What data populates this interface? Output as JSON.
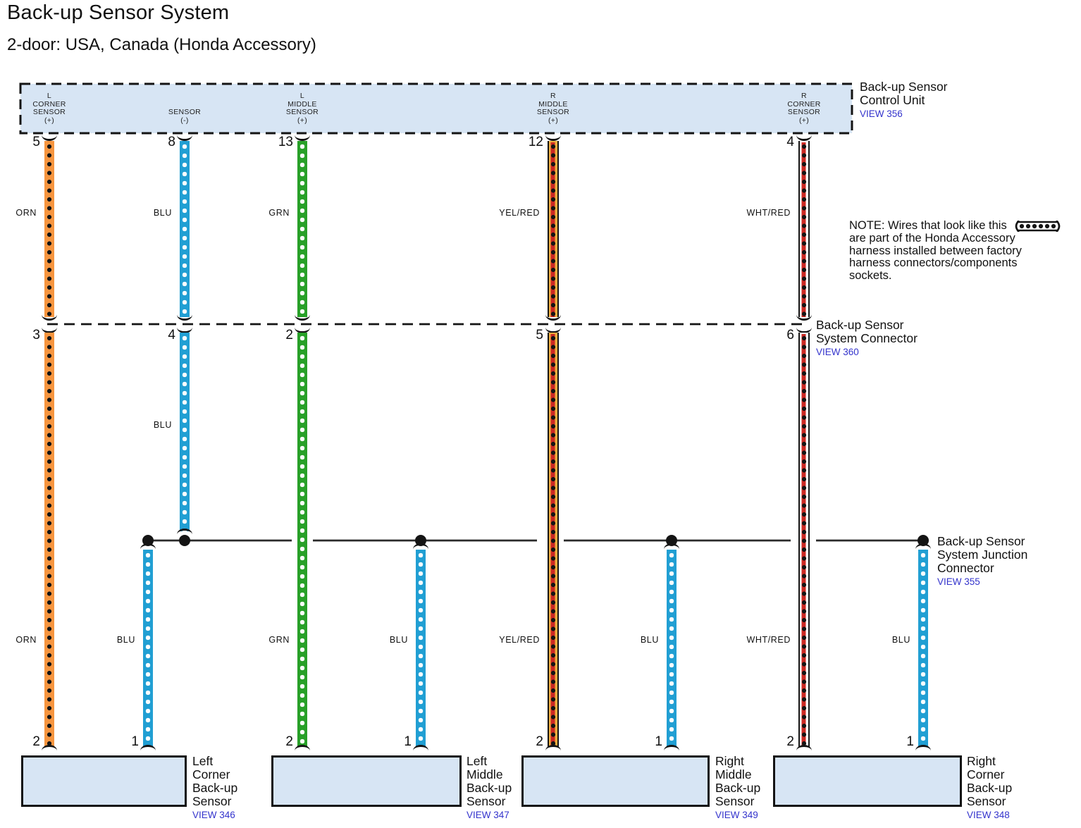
{
  "title": "Back-up Sensor System",
  "subtitle": "2-door: USA, Canada (Honda Accessory)",
  "colors": {
    "orange_wire": "#F6953F",
    "blue_wire": "#219FD3",
    "green_wire": "#28A028",
    "red_stripe": "#CC2823",
    "yellow_wire": "#F0AE3E",
    "white_wire": "#FFFFFF",
    "component_fill": "#D7E5F4",
    "line_black": "#141414",
    "view_link": "#3333CC"
  },
  "control_unit": {
    "name": "Back-up Sensor\nControl Unit",
    "view": "VIEW 356",
    "terminals": [
      {
        "pin": "5",
        "label": "L\nCORNER\nSENSOR\n(+)",
        "wire": "ORN"
      },
      {
        "pin": "8",
        "label": "SENSOR\n(-)",
        "wire": "BLU"
      },
      {
        "pin": "13",
        "label": "L\nMIDDLE\nSENSOR\n(+)",
        "wire": "GRN"
      },
      {
        "pin": "12",
        "label": "R\nMIDDLE\nSENSOR\n(+)",
        "wire": "YEL/RED"
      },
      {
        "pin": "4",
        "label": "R\nCORNER\nSENSOR\n(+)",
        "wire": "WHT/RED"
      }
    ]
  },
  "system_connector": {
    "name": "Back-up Sensor\nSystem Connector",
    "view": "VIEW 360",
    "pins": [
      "3",
      "4",
      "2",
      "5",
      "6"
    ],
    "mid_wire_label": "BLU"
  },
  "junction_connector": {
    "name": "Back-up Sensor\nSystem Junction\nConnector",
    "view": "VIEW 355"
  },
  "lower_wire_labels": [
    "ORN",
    "BLU",
    "GRN",
    "BLU",
    "YEL/RED",
    "BLU",
    "WHT/RED",
    "BLU"
  ],
  "lower_pins": [
    "2",
    "1",
    "2",
    "1",
    "2",
    "1",
    "2",
    "1"
  ],
  "sensors": [
    {
      "name": "Left\nCorner\nBack-up\nSensor",
      "view": "VIEW 346"
    },
    {
      "name": "Left\nMiddle\nBack-up\nSensor",
      "view": "VIEW 347"
    },
    {
      "name": "Right\nMiddle\nBack-up\nSensor",
      "view": "VIEW 349"
    },
    {
      "name": "Right\nCorner\nBack-up\nSensor",
      "view": "VIEW 348"
    }
  ],
  "note": {
    "intro": "NOTE: Wires that look like this",
    "body": "are part of the Honda Accessory\nharness installed between factory\nharness connectors/components\nsockets."
  }
}
